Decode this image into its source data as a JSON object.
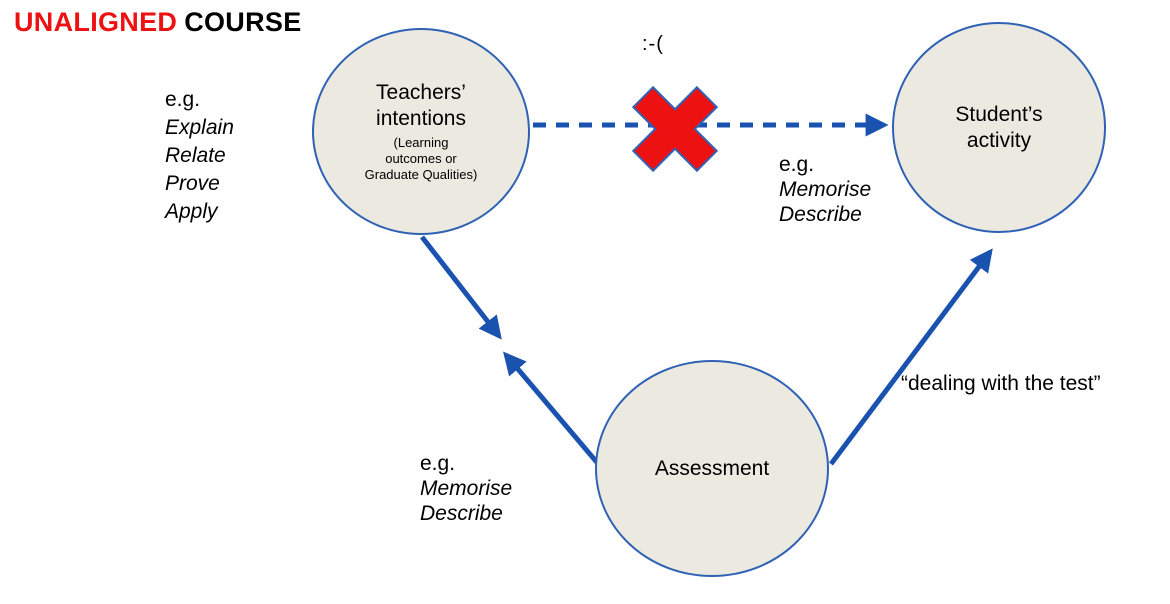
{
  "title": {
    "highlight": "UNALIGNED",
    "rest": "COURSE"
  },
  "colors": {
    "title_red": "#ee1111",
    "cross_red": "#ee1111",
    "arrow_blue": "#1a52b0",
    "node_fill": "#ebe9e0",
    "node_border": "#2f62b5",
    "text": "#000000"
  },
  "nodes": {
    "teachers": {
      "title_line1": "Teachers’",
      "title_line2": "intentions",
      "subtitle_line1": "(Learning",
      "subtitle_line2": "outcomes or",
      "subtitle_line3": "Graduate Qualities)"
    },
    "students": {
      "title_line1": "Student’s",
      "title_line2": "activity"
    },
    "assessment": {
      "title": "Assessment"
    }
  },
  "annotations": {
    "teacher_examples": {
      "prefix": "e.g.",
      "items": [
        "Explain",
        "Relate",
        "Prove",
        "Apply"
      ]
    },
    "student_examples": {
      "prefix": "e.g.",
      "items": [
        "Memorise",
        "Describe"
      ]
    },
    "assessment_examples": {
      "prefix": "e.g.",
      "items": [
        "Memorise",
        "Describe"
      ]
    },
    "sad_face": ":-(",
    "test_quote": "“dealing with the test”"
  }
}
